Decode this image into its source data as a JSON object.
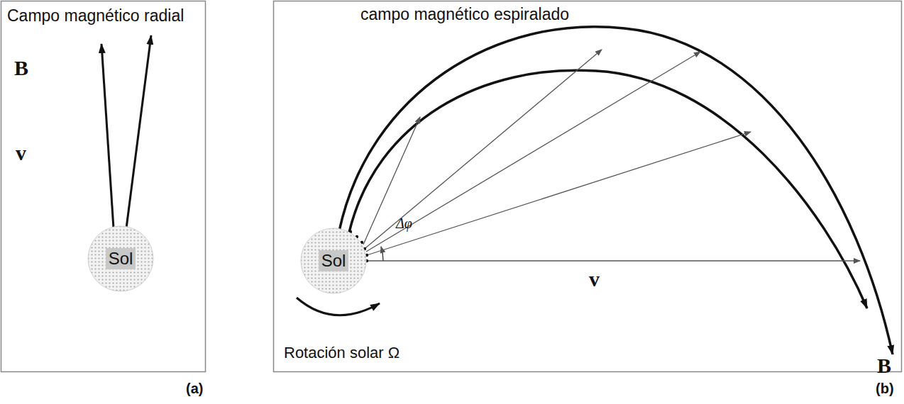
{
  "diagram": {
    "nodes": [
      {
        "text": [
          "Sol"
        ]
      },
      {
        "text": [
          "Sol"
        ]
      }
    ],
    "labels": [
      "Campo magnético radial",
      "B",
      "v",
      "(a)",
      "campo magnético espiralado",
      "Δφ",
      "v",
      "B",
      "Rotación solar Ω",
      "(b)"
    ]
  }
}
